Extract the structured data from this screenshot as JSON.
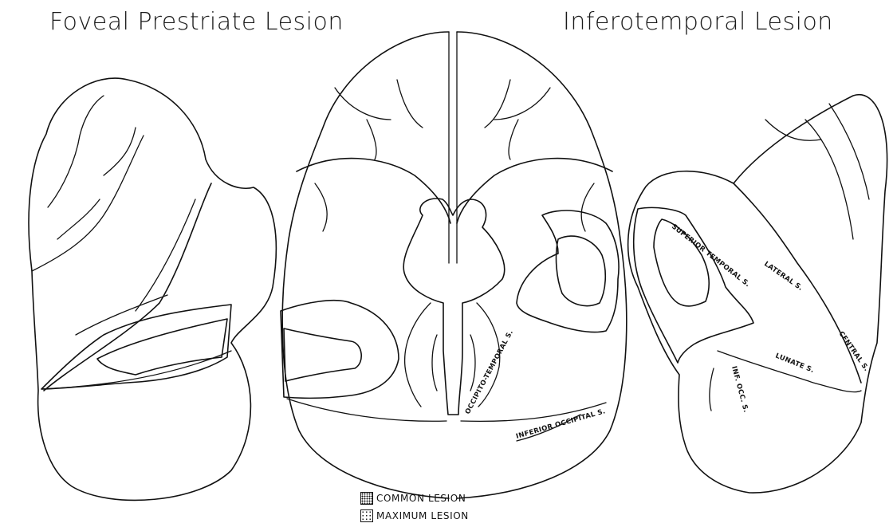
{
  "titles": {
    "left": "Foveal Prestriate Lesion",
    "right": "Inferotemporal Lesion"
  },
  "sulcus_labels": {
    "occipito_temporal": "OCCIPITO-TEMPORAL S.",
    "inferior_occipital": "INFERIOR OCCIPITAL S.",
    "superior_temporal": "SUPERIOR TEMPORAL S.",
    "lateral": "LATERAL S.",
    "central": "CENTRAL S.",
    "lunate": "LUNATE S.",
    "inf_occ": "INF. OCC. S."
  },
  "legend": {
    "common": "COMMON LESION",
    "maximum": "MAXIMUM LESION"
  },
  "colors": {
    "ink": "#111111",
    "paper": "#ffffff"
  }
}
